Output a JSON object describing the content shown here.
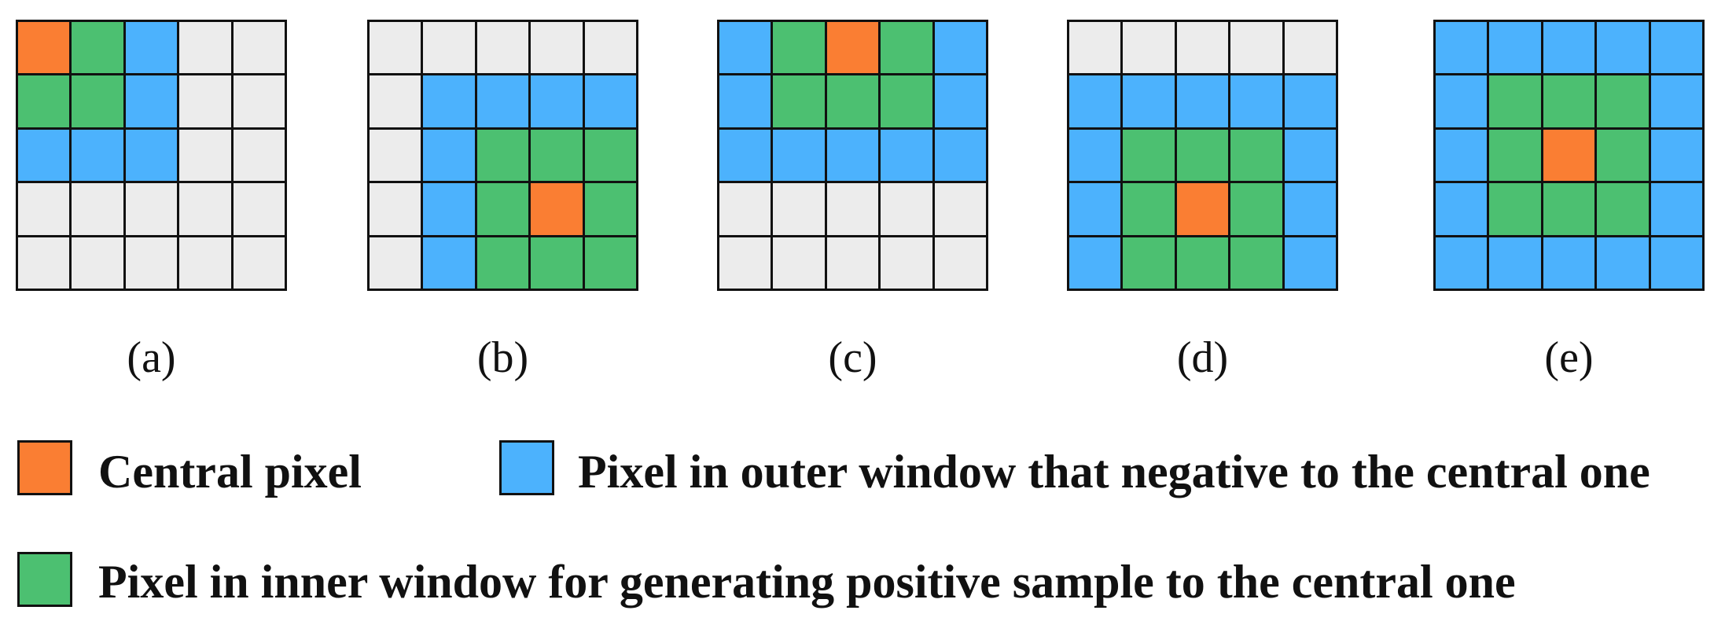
{
  "colors": {
    "central": "#fa7e33",
    "inner": "#4cc071",
    "outer": "#4cb2fd",
    "background": "#ececec",
    "border": "#111111"
  },
  "panels": [
    {
      "caption": "(a)",
      "cells": [
        [
          "C",
          "I",
          "O",
          "B",
          "B"
        ],
        [
          "I",
          "I",
          "O",
          "B",
          "B"
        ],
        [
          "O",
          "O",
          "O",
          "B",
          "B"
        ],
        [
          "B",
          "B",
          "B",
          "B",
          "B"
        ],
        [
          "B",
          "B",
          "B",
          "B",
          "B"
        ]
      ]
    },
    {
      "caption": "(b)",
      "cells": [
        [
          "B",
          "B",
          "B",
          "B",
          "B"
        ],
        [
          "B",
          "O",
          "O",
          "O",
          "O"
        ],
        [
          "B",
          "O",
          "I",
          "I",
          "I"
        ],
        [
          "B",
          "O",
          "I",
          "C",
          "I"
        ],
        [
          "B",
          "O",
          "I",
          "I",
          "I"
        ]
      ]
    },
    {
      "caption": "(c)",
      "cells": [
        [
          "O",
          "I",
          "C",
          "I",
          "O"
        ],
        [
          "O",
          "I",
          "I",
          "I",
          "O"
        ],
        [
          "O",
          "O",
          "O",
          "O",
          "O"
        ],
        [
          "B",
          "B",
          "B",
          "B",
          "B"
        ],
        [
          "B",
          "B",
          "B",
          "B",
          "B"
        ]
      ]
    },
    {
      "caption": "(d)",
      "cells": [
        [
          "B",
          "B",
          "B",
          "B",
          "B"
        ],
        [
          "O",
          "O",
          "O",
          "O",
          "O"
        ],
        [
          "O",
          "I",
          "I",
          "I",
          "O"
        ],
        [
          "O",
          "I",
          "C",
          "I",
          "O"
        ],
        [
          "O",
          "I",
          "I",
          "I",
          "O"
        ]
      ]
    },
    {
      "caption": "(e)",
      "cells": [
        [
          "O",
          "O",
          "O",
          "O",
          "O"
        ],
        [
          "O",
          "I",
          "I",
          "I",
          "O"
        ],
        [
          "O",
          "I",
          "C",
          "I",
          "O"
        ],
        [
          "O",
          "I",
          "I",
          "I",
          "O"
        ],
        [
          "O",
          "O",
          "O",
          "O",
          "O"
        ]
      ]
    }
  ],
  "legend": {
    "central": "Central pixel",
    "outer": "Pixel in outer window that negative to the central one",
    "inner": "Pixel in inner window for generating positive sample to the central one"
  }
}
